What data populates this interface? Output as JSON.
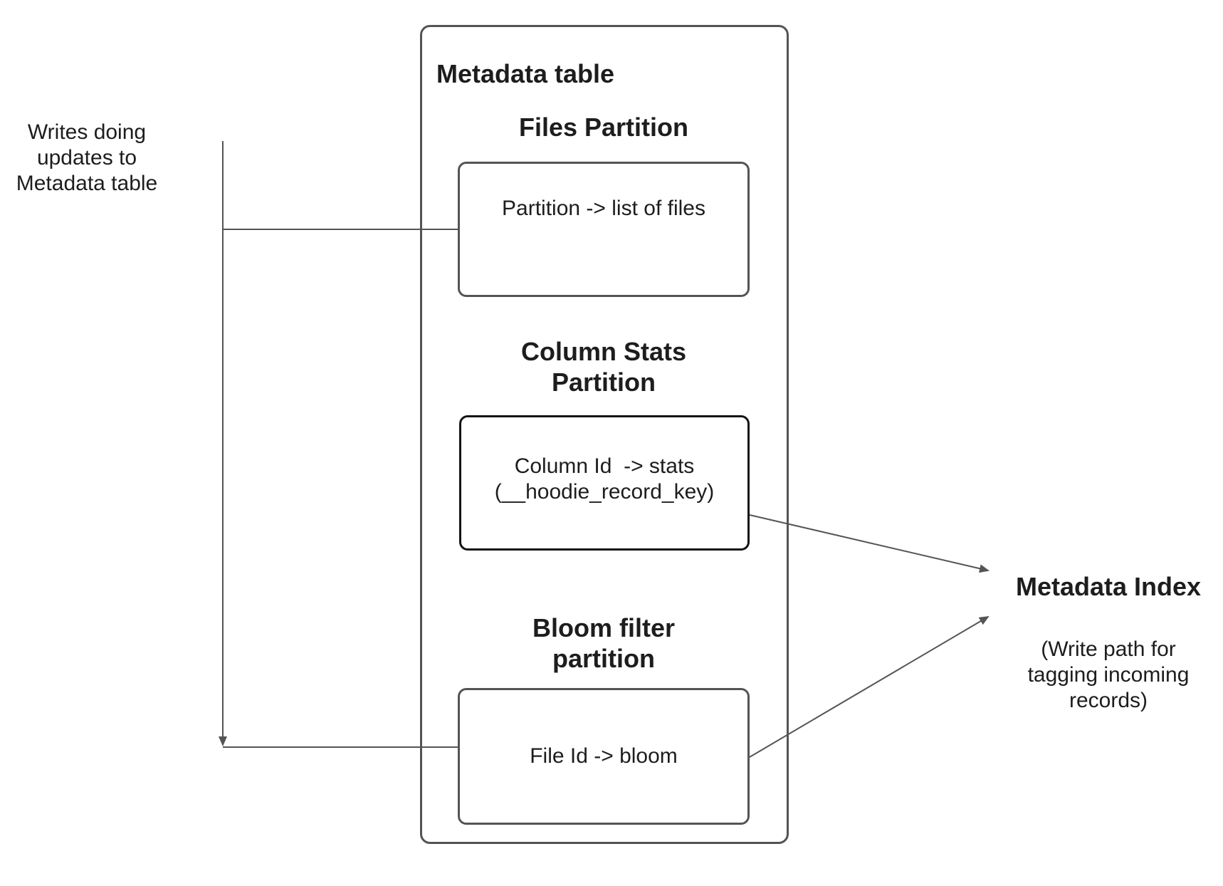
{
  "writes_label": "Writes doing\nupdates to\nMetadata table",
  "metadata_table": {
    "title": "Metadata table",
    "sections": [
      {
        "heading": "Files Partition",
        "content": "Partition -> list of files"
      },
      {
        "heading": "Column Stats\nPartition",
        "content": "Column Id  -> stats\n(__hoodie_record_key)"
      },
      {
        "heading": "Bloom filter\npartition",
        "content": "File Id -> bloom"
      }
    ]
  },
  "metadata_index": {
    "title": "Metadata Index",
    "subtitle": "(Write path for\ntagging incoming\nrecords)"
  },
  "colors": {
    "line": "#555555",
    "border": "#545454",
    "stats_border": "#141414",
    "text": "#1d1d1d",
    "background": "#ffffff"
  }
}
